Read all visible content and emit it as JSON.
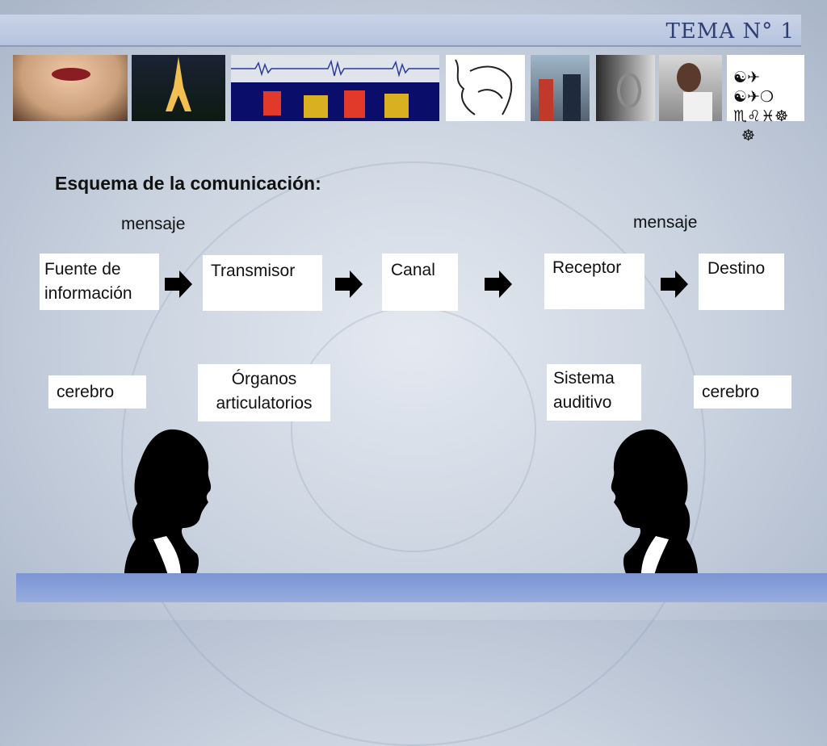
{
  "header": {
    "title": "TEMA  N° 1"
  },
  "image_strip": {
    "images": [
      "lips-photo",
      "eiffel-tower-photo",
      "waveform-spectrogram",
      "vocal-tract-drawing",
      "two-people-talking-photo",
      "ear-photo",
      "woman-shouting-photo"
    ],
    "glyph_lines": [
      "☯✈",
      "☯✈❍",
      "♏♌♓☸",
      "☸"
    ]
  },
  "diagram": {
    "title": "Esquema de la comunicación:",
    "message_left": "mensaje",
    "message_right": "mensaje",
    "nodes": [
      {
        "line1": "Fuente de",
        "line2": "información"
      },
      {
        "line1": "Transmisor"
      },
      {
        "line1": "Canal"
      },
      {
        "line1": "Receptor"
      },
      {
        "line1": "Destino"
      }
    ],
    "labels": [
      {
        "line1": "cerebro"
      },
      {
        "line1": "Órganos",
        "line2": "articulatorios"
      },
      {
        "line1": "Sistema",
        "line2": "auditivo"
      },
      {
        "line1": "cerebro"
      }
    ],
    "arrow_icon": "right-arrow-icon",
    "silhouette_icon": "head-silhouette-icon"
  }
}
